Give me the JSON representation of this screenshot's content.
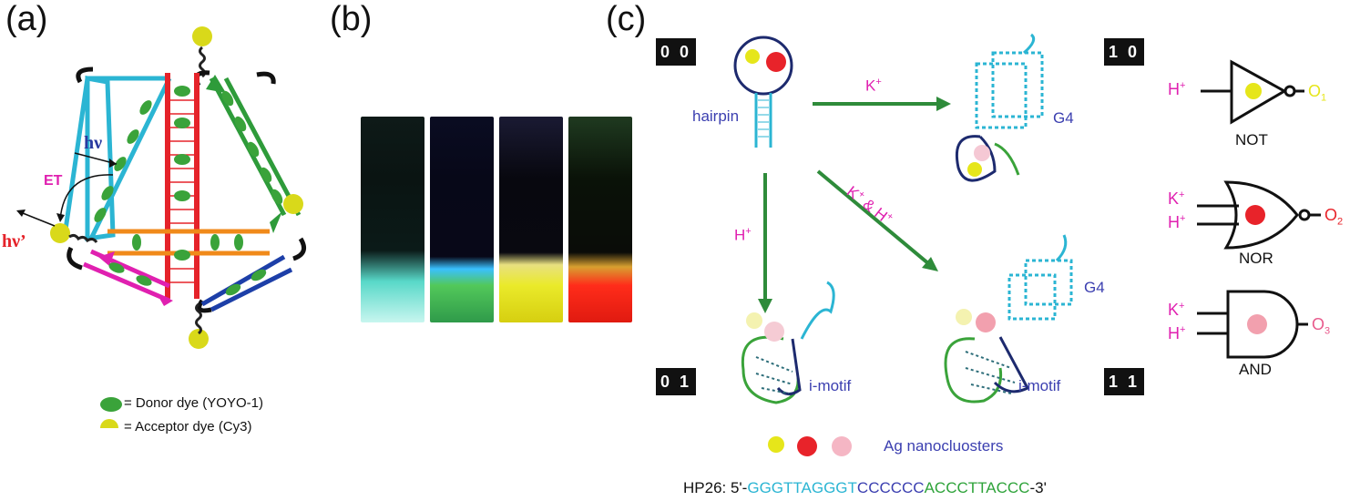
{
  "panels": {
    "a": "(a)",
    "b": "(b)",
    "c": "(c)"
  },
  "panel_a": {
    "hv_in": "hν",
    "et": "ET",
    "hv_out": "hν’",
    "legend": [
      {
        "text": "= Donor dye (YOYO-1)",
        "color": "#3aa33a"
      },
      {
        "text": "= Acceptor dye (Cy3)",
        "color": "#e5e51c"
      }
    ]
  },
  "panel_b": {
    "vials": [
      "cyan-white",
      "green",
      "yellow",
      "red"
    ]
  },
  "panel_c": {
    "states": [
      "0 0",
      "1 0",
      "0 1",
      "1 1"
    ],
    "hairpin": "hairpin",
    "g4": "G4",
    "imotif": "i-motif",
    "k_plus": "K+",
    "h_plus": "H+",
    "k_and_h": "K+ & H+",
    "ag_nanoclusters": "Ag nanocluosters",
    "sequence": {
      "prefix": "HP26: 5'-",
      "part1": "GGGTTAGGGT",
      "part2": "CCCCCC",
      "part3": "ACCCTTACCC",
      "suffix": "-3'"
    }
  },
  "logic_gates": [
    {
      "inputs": [
        "H+"
      ],
      "name": "NOT",
      "output": "O1",
      "output_color": "#e6e61a"
    },
    {
      "inputs": [
        "K+",
        "H+"
      ],
      "name": "NOR",
      "output": "O2",
      "output_color": "#e8232a"
    },
    {
      "inputs": [
        "K+",
        "H+"
      ],
      "name": "AND",
      "output": "O3",
      "output_color": "#e85a8c"
    }
  ],
  "colors": {
    "magenta": "#e020b0",
    "green_arrow": "#2e8b3a",
    "cyan": "#2bb5d3",
    "navy": "#1d2a6e",
    "label_blue": "#3b3fb0"
  }
}
